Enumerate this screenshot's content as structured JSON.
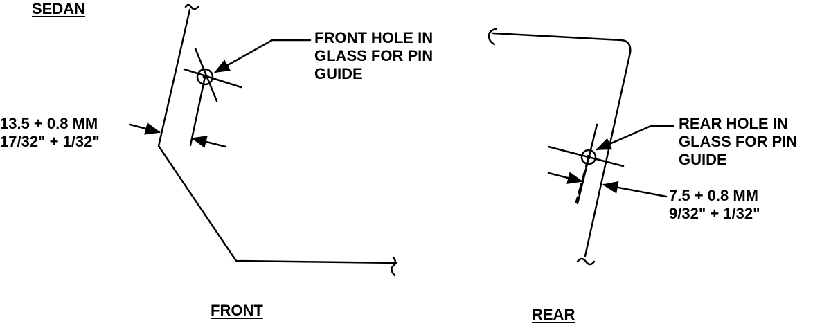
{
  "title": "SEDAN",
  "front": {
    "caption": "FRONT",
    "hole_label": [
      "FRONT HOLE IN",
      "GLASS FOR PIN",
      "GUIDE"
    ],
    "dimension": [
      "13.5 + 0.8 MM",
      "17/32\" + 1/32\""
    ]
  },
  "rear": {
    "caption": "REAR",
    "hole_label": [
      "REAR HOLE IN",
      "GLASS FOR PIN",
      "GUIDE"
    ],
    "dimension": [
      "7.5 + 0.8 MM",
      "9/32\" + 1/32\""
    ]
  },
  "colors": {
    "ink": "#000000",
    "background": "#ffffff"
  }
}
